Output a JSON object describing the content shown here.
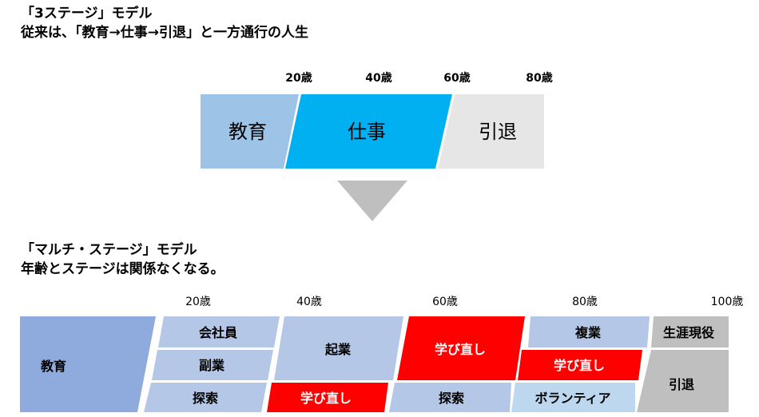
{
  "three_stage": {
    "heading": "「3ステージ」モデル",
    "subheading": "従来は、「教育→仕事→引退」と一方通行の人生",
    "ages": [
      "20歳",
      "40歳",
      "60歳",
      "80歳"
    ],
    "stages": [
      "教育",
      "仕事",
      "引退"
    ]
  },
  "multi_stage": {
    "heading": "「マルチ・ステージ」モデル",
    "subheading": "年齢とステージは関係なくなる。",
    "ages": [
      "20歳",
      "40歳",
      "60歳",
      "80歳",
      "100歳"
    ],
    "blocks": {
      "education": "教育",
      "employee": "会社員",
      "side_job": "副業",
      "explore1": "探索",
      "startup": "起業",
      "relearn1": "学び直し",
      "relearn2": "学び直し",
      "explore2": "探索",
      "multi_job": "複業",
      "relearn3": "学び直し",
      "volunteer": "ボランティア",
      "lifelong": "生涯現役",
      "retire": "引退"
    }
  },
  "colors": {
    "top_education": "#9dc3e6",
    "top_work": "#00b0f0",
    "top_retire": "#e7e6e6",
    "education": "#8faadc",
    "block": "#b4c7e7",
    "relearn": "#ff0000",
    "volunteer": "#bdd7ee",
    "gray": "#bfbfbf",
    "arrow": "#bfbfbf"
  }
}
